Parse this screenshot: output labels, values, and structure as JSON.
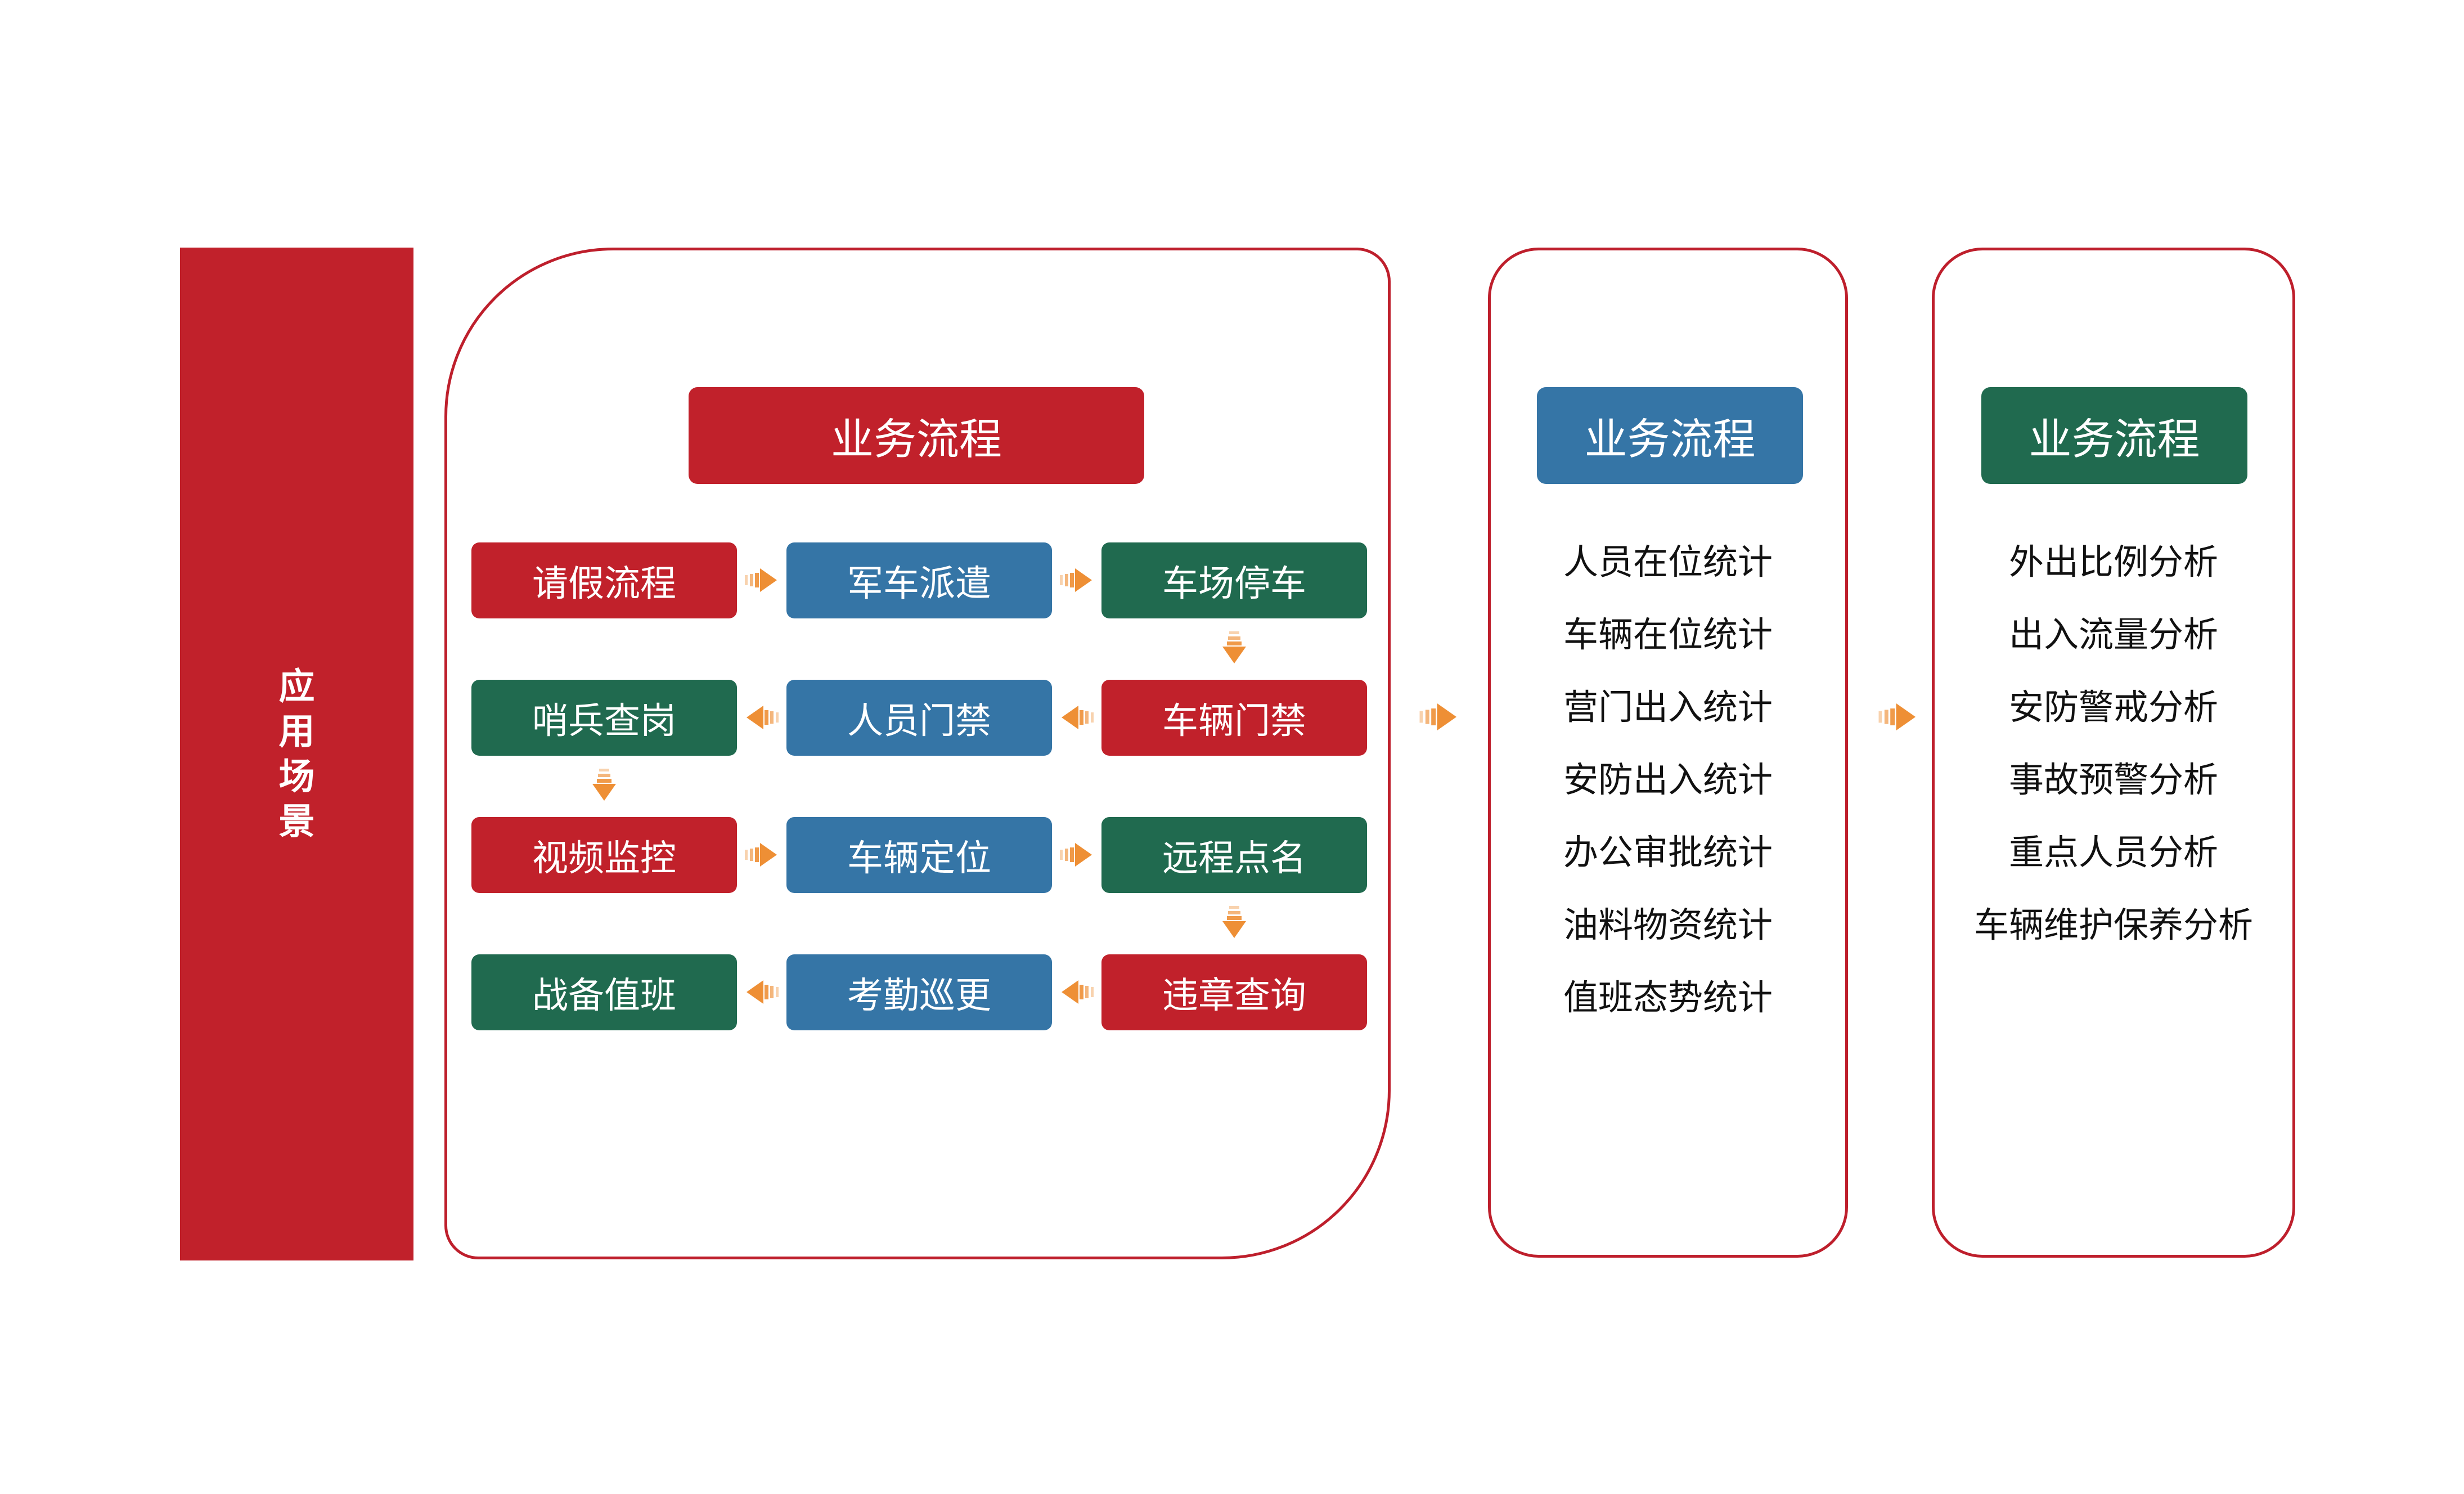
{
  "colors": {
    "accent_red": "#C1212B",
    "accent_blue": "#3575A6",
    "accent_green": "#206A4F",
    "panel_border": "#BE1F2C",
    "arrow_orange": "#EE8F35",
    "list_text": "#111111"
  },
  "sidebar": {
    "label": "应用场景",
    "chars": [
      "应",
      "用",
      "场",
      "景"
    ]
  },
  "flow": {
    "header": "业务流程",
    "boxes": [
      {
        "label": "请假流程",
        "color": "red"
      },
      {
        "label": "军车派遣",
        "color": "blue"
      },
      {
        "label": "车场停车",
        "color": "green"
      },
      {
        "label": "哨兵查岗",
        "color": "green"
      },
      {
        "label": "人员门禁",
        "color": "blue"
      },
      {
        "label": "车辆门禁",
        "color": "red"
      },
      {
        "label": "视频监控",
        "color": "red"
      },
      {
        "label": "车辆定位",
        "color": "blue"
      },
      {
        "label": "远程点名",
        "color": "green"
      },
      {
        "label": "战备值班",
        "color": "green"
      },
      {
        "label": "考勤巡更",
        "color": "blue"
      },
      {
        "label": "违章查询",
        "color": "red"
      }
    ]
  },
  "stats": {
    "header": "业务流程",
    "items": [
      "人员在位统计",
      "车辆在位统计",
      "营门出入统计",
      "安防出入统计",
      "办公审批统计",
      "油料物资统计",
      "值班态势统计"
    ]
  },
  "analysis": {
    "header": "业务流程",
    "items": [
      "外出比例分析",
      "出入流量分析",
      "安防警戒分析",
      "事故预警分析",
      "重点人员分析",
      "车辆维护保养分析"
    ]
  }
}
